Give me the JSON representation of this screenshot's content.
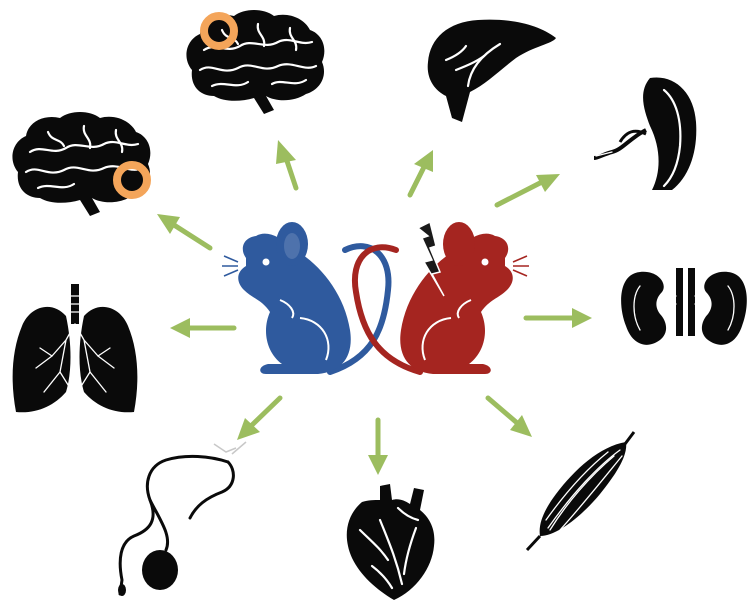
{
  "colors": {
    "background": "#ffffff",
    "arrow": "#9cbd5f",
    "control_mouse": "#2f5a9e",
    "injured_mouse": "#a52520",
    "organ": "#0a0a0a",
    "marker_ring": "#f4a55a",
    "bolt": "#1a1a1a"
  },
  "center": {
    "control_mouse": "mouse-icon-blue",
    "injured_mouse": "mouse-icon-red",
    "injury_symbol": "lightning-bolt-icon"
  },
  "organs": [
    {
      "name": "brain-cortex",
      "icon": "brain-icon",
      "marker": "orange-ring"
    },
    {
      "name": "liver",
      "icon": "liver-icon"
    },
    {
      "name": "spleen",
      "icon": "spleen-icon"
    },
    {
      "name": "kidneys",
      "icon": "kidneys-icon"
    },
    {
      "name": "muscle",
      "icon": "muscle-icon"
    },
    {
      "name": "heart",
      "icon": "heart-icon"
    },
    {
      "name": "reproductive-organ",
      "icon": "testis-icon"
    },
    {
      "name": "lungs",
      "icon": "lungs-icon"
    },
    {
      "name": "brain-hippocampus",
      "icon": "brain-icon",
      "marker": "orange-ring"
    }
  ]
}
